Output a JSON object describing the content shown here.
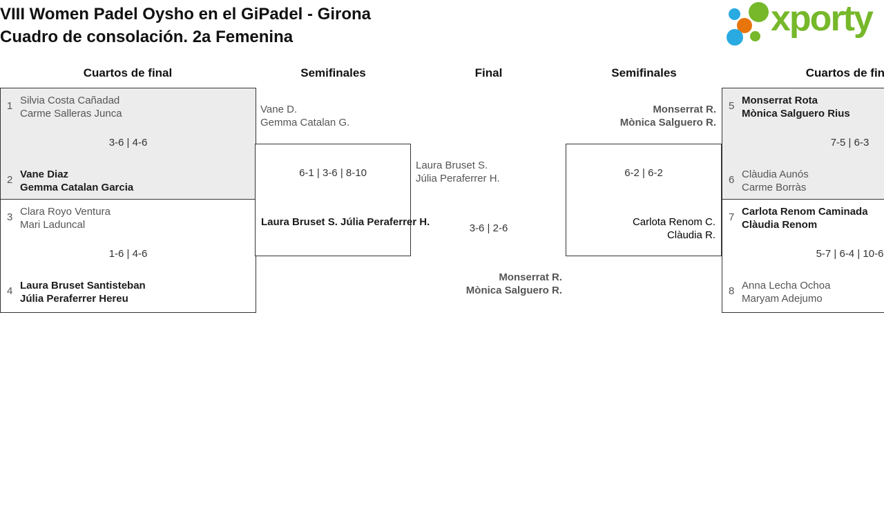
{
  "header": {
    "title_line1": "VIII Women Padel Oysho en el GiPadel - Girona",
    "title_line2": "Cuadro de consolación. 2a Femenina",
    "logo_text": "xporty"
  },
  "colors": {
    "logo_green": "#76b82a",
    "logo_blue": "#29abe2",
    "logo_orange": "#e8740c",
    "match_fill_gray": "#ececec",
    "border_dark": "#333333"
  },
  "columns": [
    "Cuartos de final",
    "Semifinales",
    "Final",
    "Semifinales",
    "Cuartos de final"
  ],
  "matches": {
    "qf1": {
      "seed_top": "1",
      "top1": "Silvia Costa Cañadad",
      "top2": "Carme Salleras Junca",
      "score": "3-6 | 4-6",
      "seed_bot": "2",
      "bot1": "Vane Diaz",
      "bot2": "Gemma Catalan Garcia"
    },
    "qf2": {
      "seed_top": "3",
      "top1": "Clara Royo Ventura",
      "top2": "Mari Laduncal",
      "score": "1-6 | 4-6",
      "seed_bot": "4",
      "bot1": "Laura Bruset Santisteban",
      "bot2": "Júlia Peraferrer Hereu"
    },
    "sf1": {
      "top1": "Vane D.",
      "top2": "Gemma Catalan G.",
      "score": "6-1 | 3-6 | 8-10",
      "bot1": "Laura Bruset S.",
      "bot2": "Júlia Peraferrer H."
    },
    "final": {
      "top1": "Laura Bruset S.",
      "top2": "Júlia Peraferrer H.",
      "score": "3-6 | 2-6",
      "bot1": "Monserrat R.",
      "bot2": "Mònica Salguero R."
    },
    "sf2": {
      "top1": "Monserrat R.",
      "top2": "Mònica Salguero R.",
      "score": "6-2 | 6-2",
      "bot1": "Carlota Renom C.",
      "bot2": "Clàudia R."
    },
    "qf3": {
      "seed_top": "5",
      "top1": "Monserrat Rota",
      "top2": "Mònica Salguero Rius",
      "score": "7-5 | 6-3",
      "seed_bot": "6",
      "bot1": "Clàudia Aunós",
      "bot2": "Carme Borràs"
    },
    "qf4": {
      "seed_top": "7",
      "top1": "Carlota Renom Caminada",
      "top2": "Clàudia Renom",
      "score": "5-7 | 6-4 | 10-6",
      "seed_bot": "8",
      "bot1": "Anna Lecha Ochoa",
      "bot2": "Maryam Adejumo"
    }
  }
}
